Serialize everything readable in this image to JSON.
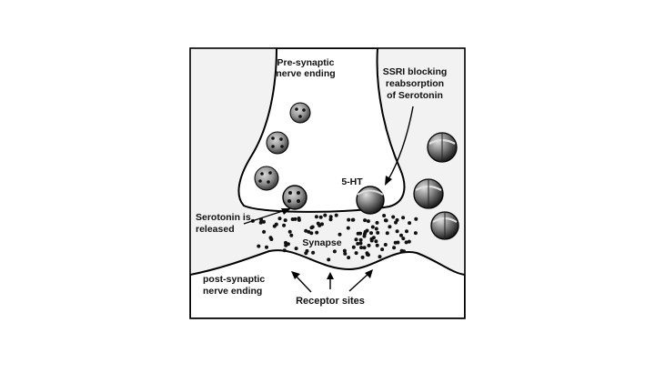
{
  "labels": {
    "presynaptic": [
      "Pre-synaptic",
      "nerve ending"
    ],
    "ssri": [
      "SSRI blocking",
      "reabsorption",
      "of Serotonin"
    ],
    "five_ht": "5-HT",
    "serotonin_released": [
      "Serotonin is",
      "released"
    ],
    "synapse": "Synapse",
    "postsynaptic": [
      "post-synaptic",
      "nerve ending"
    ],
    "receptor_sites": "Receptor sites"
  },
  "colors": {
    "frame": "#000000",
    "background": "#f2f2f2",
    "tissue": "#ffffff",
    "vesicle": "#8f8f8f",
    "blocker_dark": "#2c2c2c",
    "blocker_light": "#b4b4b4",
    "dot": "#111111"
  },
  "icons": {
    "vesicle": "serotonin-vesicle-icon",
    "blocker": "ssri-blocker-molecule-icon"
  }
}
